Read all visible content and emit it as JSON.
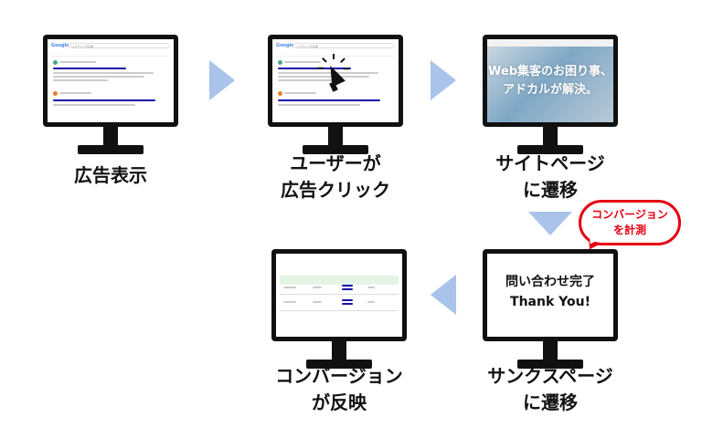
{
  "steps": {
    "ad_display": {
      "label": "広告表示"
    },
    "user_click": {
      "label_line1": "ユーザーが",
      "label_line2": "広告クリック"
    },
    "site_page": {
      "label_line1": "サイトページ",
      "label_line2": "に遷移",
      "hero_line1": "Web集客のお困り事、",
      "hero_line2": "アドカルが解決。"
    },
    "thanks_page": {
      "label_line1": "サンクスページ",
      "label_line2": "に遷移",
      "screen_line1": "問い合わせ完了",
      "screen_line2": "Thank You!"
    },
    "conversion": {
      "label_line1": "コンバージョン",
      "label_line2": "が反映"
    }
  },
  "callout": {
    "line1": "コンバージョン",
    "line2": "を計測"
  },
  "google": {
    "logo": "Google",
    "query": "リスティング広告"
  },
  "colors": {
    "arrow": "#a9c3ea",
    "callout": "#e60012",
    "monitor": "#111111"
  }
}
